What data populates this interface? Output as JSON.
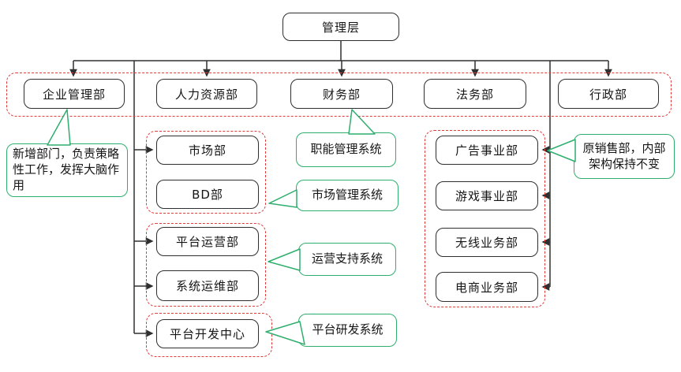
{
  "root": {
    "label": "管理层"
  },
  "departments": [
    {
      "label": "企业管理部"
    },
    {
      "label": "人力资源部"
    },
    {
      "label": "财务部"
    },
    {
      "label": "法务部"
    },
    {
      "label": "行政部"
    }
  ],
  "left_units": [
    {
      "label": "市场部"
    },
    {
      "label": "BD部"
    },
    {
      "label": "平台运营部"
    },
    {
      "label": "系统运维部"
    },
    {
      "label": "平台开发中心"
    }
  ],
  "right_units": [
    {
      "label": "广告事业部"
    },
    {
      "label": "游戏事业部"
    },
    {
      "label": "无线业务部"
    },
    {
      "label": "电商业务部"
    }
  ],
  "systems": [
    {
      "label": "职能管理系统"
    },
    {
      "label": "市场管理系统"
    },
    {
      "label": "运营支持系统"
    },
    {
      "label": "平台研发系统"
    }
  ],
  "notes": {
    "left": "新增部门，负责策略性工作，发挥大脑作用",
    "right": "原销售部，内部架构保持不变"
  },
  "colors": {
    "box_border": "#2e2e2e",
    "group_dashed": "#e03a3a",
    "annotation_green": "#2fae6e",
    "connector": "#303030",
    "background": "#ffffff"
  }
}
